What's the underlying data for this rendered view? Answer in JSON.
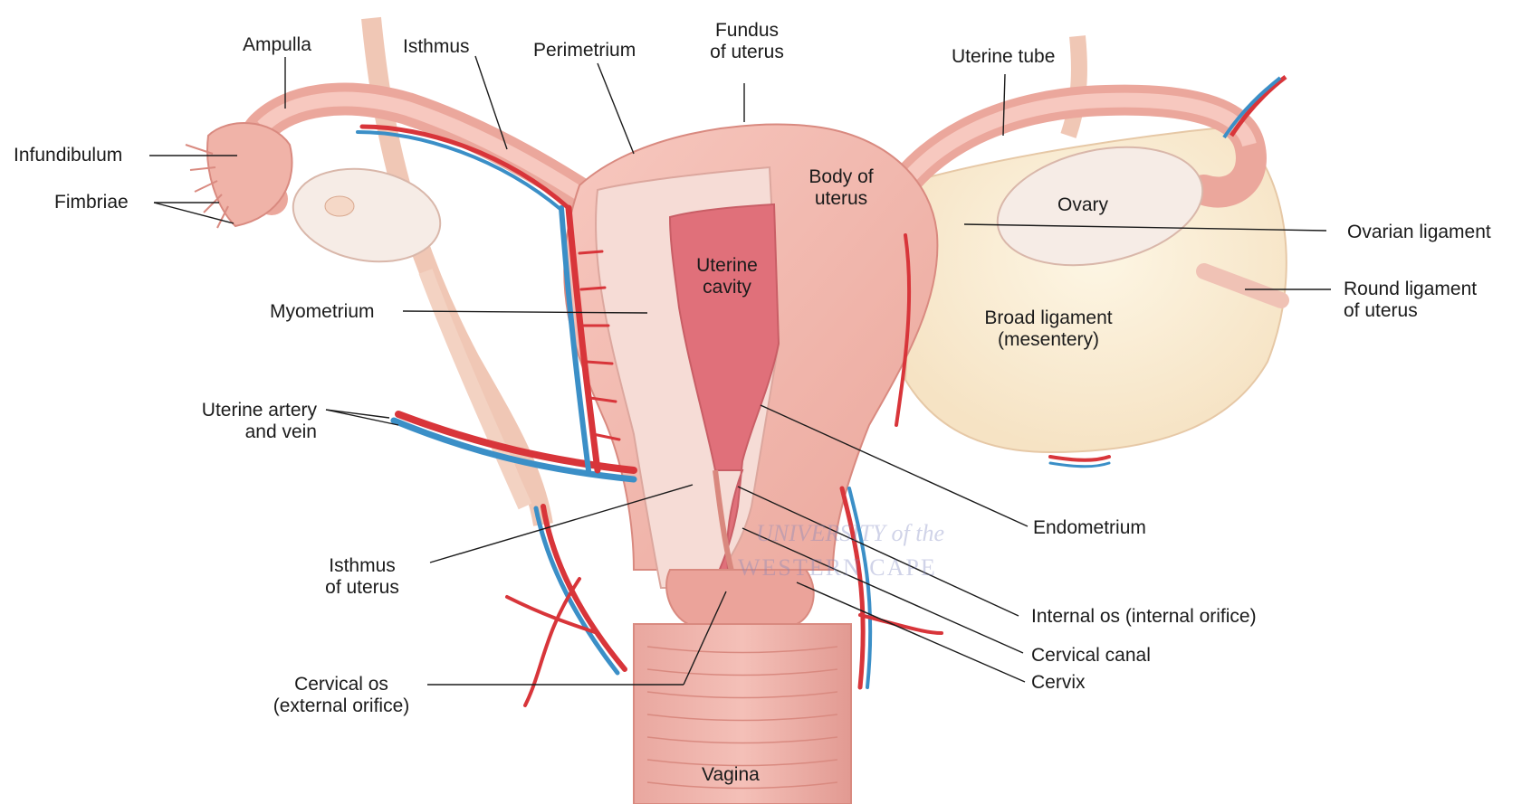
{
  "labels": {
    "ampulla": "Ampulla",
    "isthmus": "Isthmus",
    "perimetrium": "Perimetrium",
    "fundus_1": "Fundus",
    "fundus_2": "of uterus",
    "uterine_tube": "Uterine tube",
    "infundibulum": "Infundibulum",
    "fimbriae": "Fimbriae",
    "body_1": "Body of",
    "body_2": "uterus",
    "ovary": "Ovary",
    "ovarian_ligament": "Ovarian ligament",
    "uterine_cavity_1": "Uterine",
    "uterine_cavity_2": "cavity",
    "round_ligament_1": "Round ligament",
    "round_ligament_2": "of uterus",
    "myometrium": "Myometrium",
    "broad_ligament_1": "Broad ligament",
    "broad_ligament_2": "(mesentery)",
    "uterine_artery_1": "Uterine artery",
    "uterine_artery_2": "and vein",
    "endometrium": "Endometrium",
    "isthmus_uterus_1": "Isthmus",
    "isthmus_uterus_2": "of uterus",
    "internal_os": "Internal os (internal orifice)",
    "cervical_canal": "Cervical canal",
    "cervical_os_1": "Cervical os",
    "cervical_os_2": "(external orifice)",
    "cervix": "Cervix",
    "vagina": "Vagina"
  },
  "watermark": {
    "line1": "UNIVERSITY of the",
    "line2": "WESTERN CAPE"
  },
  "colors": {
    "tissue": "#f2b5ad",
    "tissue_dark": "#e0877c",
    "cavity": "#e0707a",
    "artery": "#d8353a",
    "vein": "#3b8fc7",
    "ligament": "#fbf1d9",
    "ovary": "#f6ece6"
  }
}
